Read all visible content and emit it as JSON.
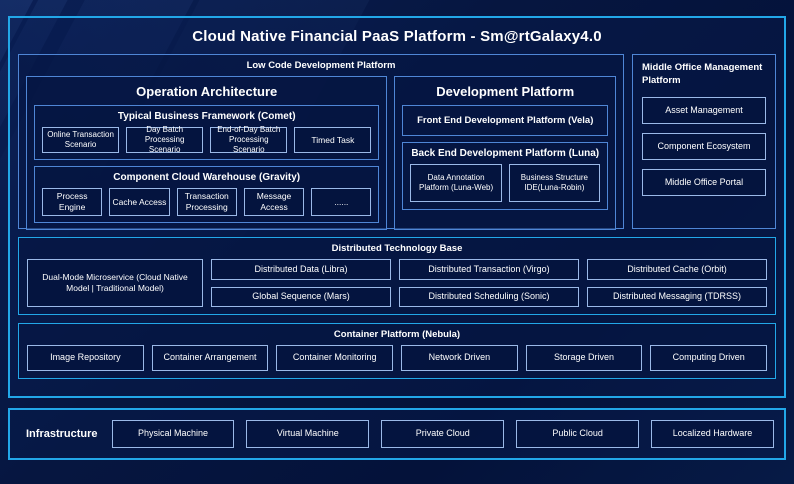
{
  "platform": {
    "title": "Cloud Native Financial PaaS Platform - Sm@rtGalaxy4.0",
    "low_code": {
      "title": "Low Code Development Platform",
      "operation_architecture": {
        "title": "Operation Architecture",
        "typical_business_framework": {
          "title": "Typical Business Framework (Comet)",
          "items": [
            "Online Transaction Scenario",
            "Day Batch Processing Scenario",
            "End-of-Day Batch Processing Scenario",
            "Timed Task"
          ]
        },
        "component_cloud_warehouse": {
          "title": "Component Cloud Warehouse (Gravity)",
          "items": [
            "Process Engine",
            "Cache Access",
            "Transaction Processing",
            "Message Access",
            "......"
          ]
        }
      },
      "development_platform": {
        "title": "Development Platform",
        "front_end": "Front End Development Platform (Vela)",
        "back_end": {
          "title": "Back End Development Platform (Luna)",
          "items": [
            "Data Annotation Platform (Luna-Web)",
            "Business Structure IDE(Luna-Robin)"
          ]
        }
      }
    },
    "middle_office": {
      "title": "Middle Office Management Platform",
      "items": [
        "Asset Management",
        "Component Ecosystem",
        "Middle Office Portal"
      ]
    },
    "distributed_technology_base": {
      "title": "Distributed Technology Base",
      "featured": "Dual-Mode Microservice (Cloud Native Model | Traditional Model)",
      "columns": [
        {
          "top": "Distributed Data (Libra)",
          "bottom": "Global Sequence (Mars)"
        },
        {
          "top": "Distributed Transaction (Virgo)",
          "bottom": "Distributed Scheduling (Sonic)"
        },
        {
          "top": "Distributed Cache (Orbit)",
          "bottom": "Distributed Messaging (TDRSS)"
        }
      ]
    },
    "container_platform": {
      "title": "Container Platform (Nebula)",
      "items": [
        "Image Repository",
        "Container Arrangement",
        "Container Monitoring",
        "Network Driven",
        "Storage Driven",
        "Computing Driven"
      ]
    }
  },
  "infrastructure": {
    "label": "Infrastructure",
    "items": [
      "Physical Machine",
      "Virtual Machine",
      "Private Cloud",
      "Public Cloud",
      "Localized Hardware"
    ]
  },
  "colors": {
    "background": "#061640",
    "frame_accent": "#22a7e8",
    "panel_border": "#4f86d6",
    "chip_border": "#9bb9e8",
    "text": "#ffffff"
  }
}
